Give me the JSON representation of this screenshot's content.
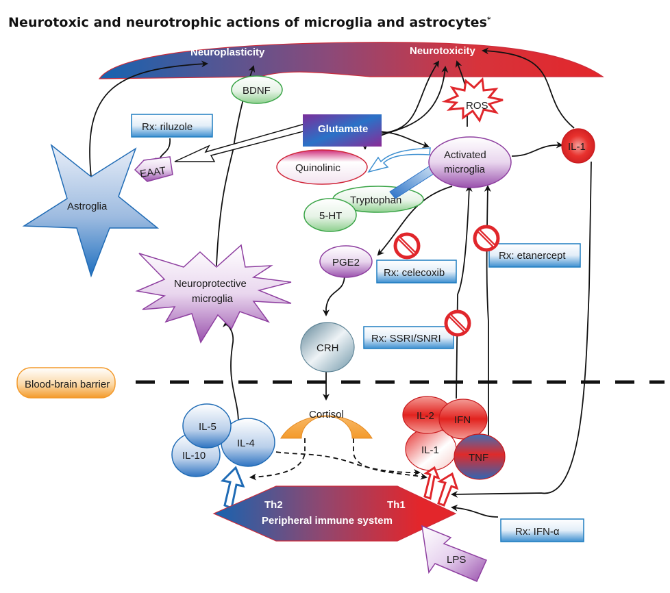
{
  "title": "Neurotoxic and neurotrophic actions of microglia and astrocytes",
  "title_footnote_mark": "*",
  "colors": {
    "blue": "#1f6bb5",
    "red": "#e0262b",
    "purple": "#8e3fa0",
    "green": "#3aa447",
    "orange": "#f39a2b",
    "rx_border": "#1f7dc0",
    "inhibit": "#e0262b"
  },
  "banner": {
    "left_label": "Neuroplasticity",
    "right_label": "Neurotoxicity"
  },
  "nodes": {
    "astroglia": "Astroglia",
    "eaat": "EAAT",
    "bdnf": "BDNF",
    "glutamate": "Glutamate",
    "ros": "ROS",
    "quinolinic": "Quinolinic",
    "activated_microglia_line1": "Activated",
    "activated_microglia_line2": "microglia",
    "il1_top": "IL-1",
    "tryptophan": "Tryptophan",
    "five_ht": "5-HT",
    "pge2": "PGE2",
    "neuroprotective_line1": "Neuroprotective",
    "neuroprotective_line2": "microglia",
    "crh": "CRH",
    "bbb": "Blood-brain barrier",
    "cortisol": "Cortisol",
    "il5": "IL-5",
    "il4": "IL-4",
    "il10": "IL-10",
    "il2": "IL-2",
    "ifn": "IFN",
    "il1_bottom": "IL-1",
    "tnf": "TNF",
    "th2": "Th2",
    "th1": "Th1",
    "peripheral": "Peripheral immune system",
    "lps": "LPS"
  },
  "drugs": {
    "riluzole": "Rx: riluzole",
    "celecoxib": "Rx: celecoxib",
    "etanercept": "Rx: etanercept",
    "ssri": "Rx: SSRI/SNRI",
    "ifn_alpha": "Rx: IFN-α"
  },
  "icons": {
    "inhibit": "no-symbol",
    "arrow": "arrowhead"
  }
}
